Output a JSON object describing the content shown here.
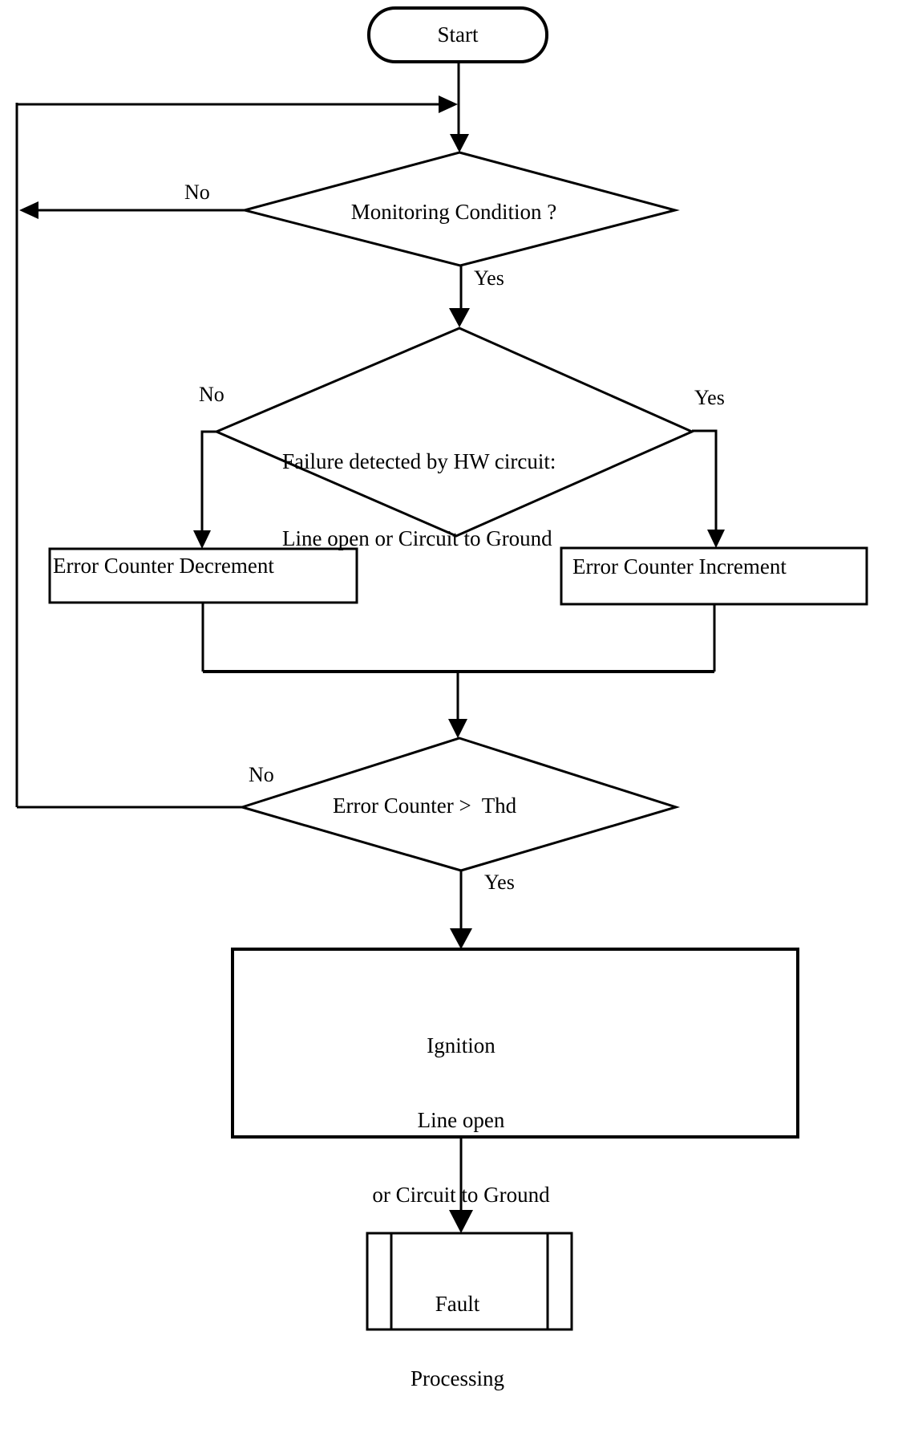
{
  "diagram": {
    "type": "flowchart",
    "colors": {
      "stroke": "#000000",
      "background": "#ffffff"
    },
    "start": {
      "label": "Start"
    },
    "decision_monitoring": {
      "label": "Monitoring Condition ?",
      "no_label": "No",
      "yes_label": "Yes"
    },
    "decision_failure": {
      "line1": "Failure detected by HW circuit:",
      "line2": "Line open or Circuit to Ground",
      "no_label": "No",
      "yes_label": "Yes"
    },
    "process_decrement": {
      "label": "Error Counter Decrement"
    },
    "process_increment": {
      "label": "Error Counter Increment"
    },
    "decision_threshold": {
      "label": "Error Counter >  Thd",
      "no_label": "No",
      "yes_label": "Yes"
    },
    "process_ignition": {
      "line1": "Ignition",
      "line2": "Line open",
      "line3": "or Circuit to Ground"
    },
    "predefined_fault": {
      "line1": "Fault",
      "line2": "Processing"
    }
  }
}
